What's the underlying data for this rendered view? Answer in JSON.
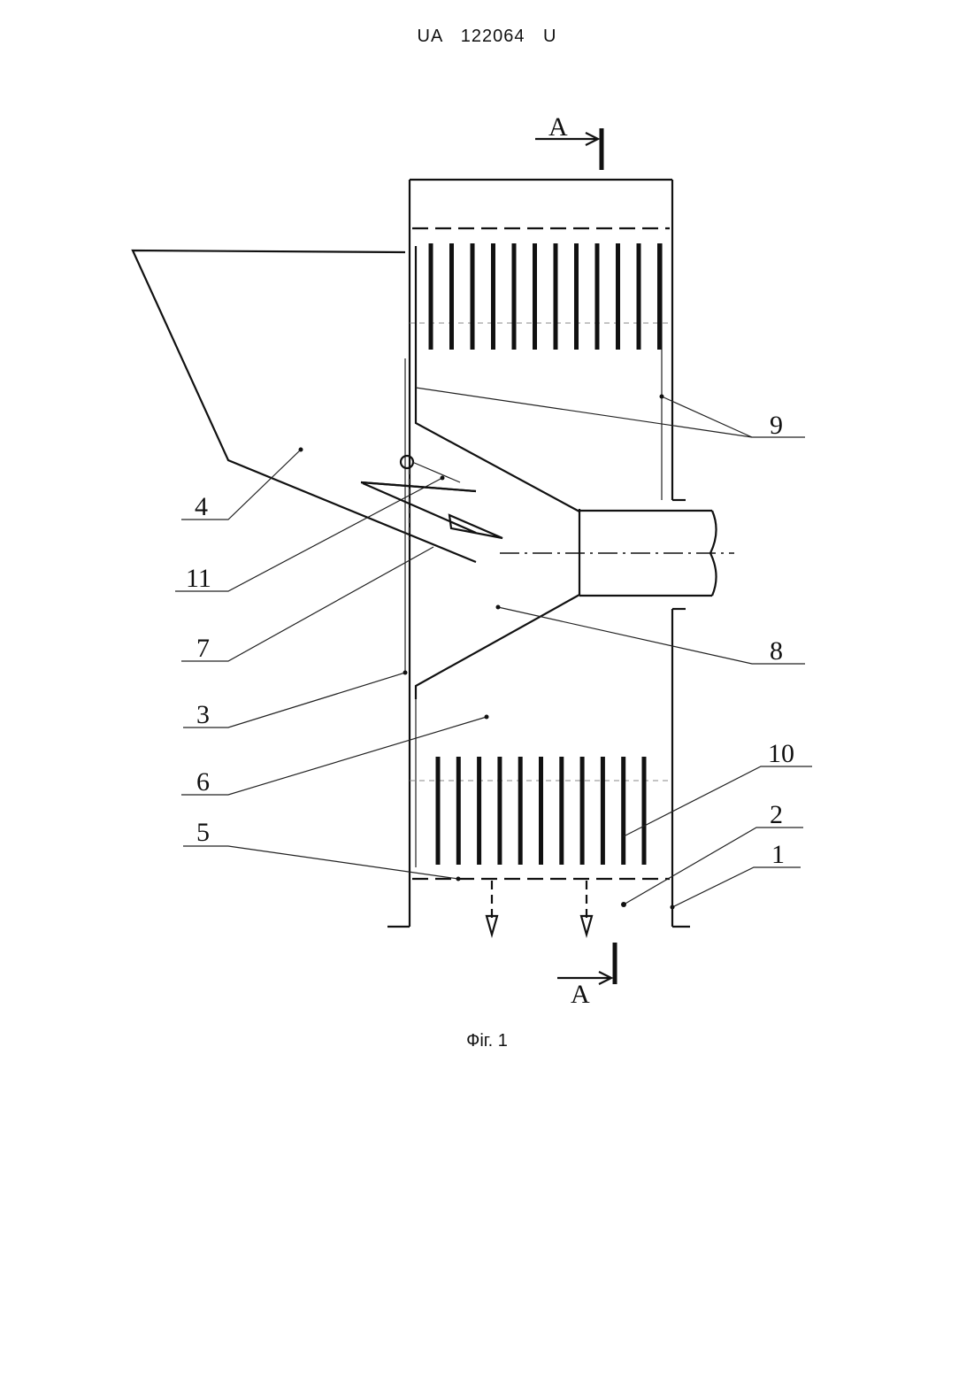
{
  "header": {
    "doc_number": "UA   122064   U"
  },
  "figure": {
    "caption": "Фіг. 1",
    "section_labels": {
      "top": "A",
      "bottom": "A"
    },
    "callouts": [
      "1",
      "2",
      "3",
      "4",
      "5",
      "6",
      "7",
      "8",
      "9",
      "10",
      "11"
    ]
  }
}
